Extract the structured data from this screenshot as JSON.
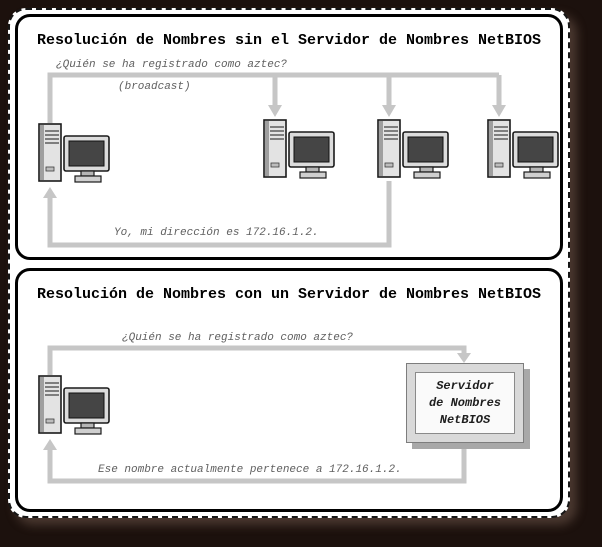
{
  "colors": {
    "background": "#1c110d",
    "paper": "#ffffff",
    "panel_border": "#000000",
    "arrow": "#c6c6c6",
    "annotation_text": "#606060",
    "server_box_fill": "#d9d9d9"
  },
  "icons": {
    "computer": "computer-icon",
    "server": "netbios-server-box"
  },
  "panel_without_server": {
    "title": "Resolución de Nombres sin el Servidor de Nombres NetBIOS",
    "query_label": "¿Quién se ha registrado como aztec?",
    "broadcast_label": "(broadcast)",
    "response_label": "Yo, mi dirección es 172.16.1.2."
  },
  "panel_with_server": {
    "title": "Resolución de Nombres con un Servidor de Nombres NetBIOS",
    "query_label": "¿Quién se ha registrado como aztec?",
    "server_label": [
      "Servidor",
      "de Nombres",
      "NetBIOS"
    ],
    "response_label": "Ese nombre actualmente pertenece a 172.16.1.2."
  }
}
